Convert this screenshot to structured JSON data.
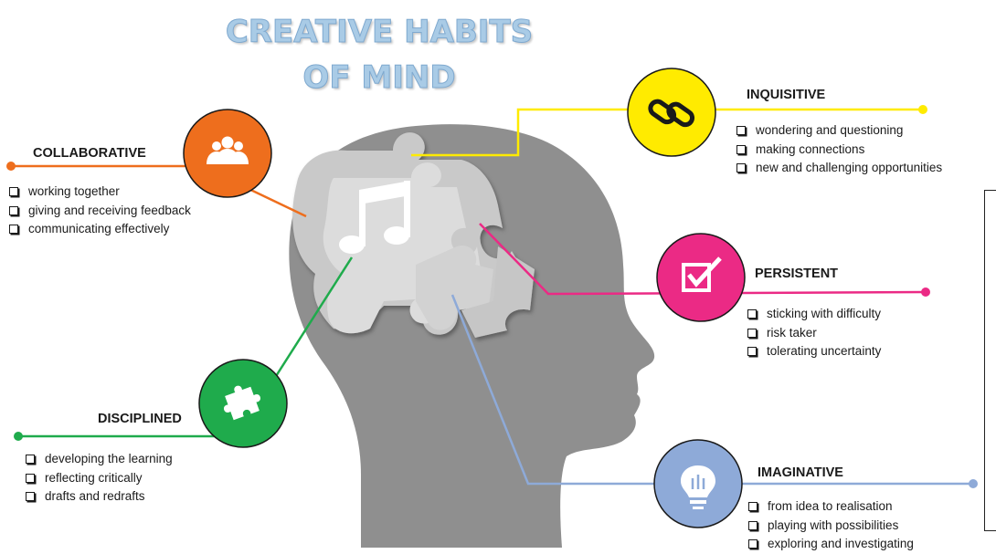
{
  "title": {
    "line1": "CREATIVE HABITS",
    "line2": "OF MIND"
  },
  "habits": {
    "collaborative": {
      "title": "COLLABORATIVE",
      "items": [
        "working together",
        "giving and receiving feedback",
        "communicating effectively"
      ],
      "color": "#ee6e1d",
      "icon": "people-group-icon"
    },
    "inquisitive": {
      "title": "INQUISITIVE",
      "items": [
        "wondering and questioning",
        "making connections",
        "new and challenging opportunities"
      ],
      "color": "#ffeb00",
      "icon": "chain-link-icon"
    },
    "persistent": {
      "title": "PERSISTENT",
      "items": [
        "sticking with difficulty",
        "risk taker",
        "tolerating uncertainty"
      ],
      "color": "#eb2a85",
      "icon": "checkbox-tick-icon"
    },
    "disciplined": {
      "title": "DISCIPLINED",
      "items": [
        "developing the learning",
        "reflecting critically",
        "drafts and redrafts"
      ],
      "color": "#1fab4c",
      "icon": "puzzle-piece-icon"
    },
    "imaginative": {
      "title": "IMAGINATIVE",
      "items": [
        "from idea to realisation",
        "playing with possibilities",
        "exploring and investigating"
      ],
      "color": "#8eaad8",
      "icon": "light-bulb-icon"
    }
  },
  "illustration": {
    "head": "head-silhouette",
    "puzzle": "puzzle-brain",
    "note": "music-note-icon"
  }
}
